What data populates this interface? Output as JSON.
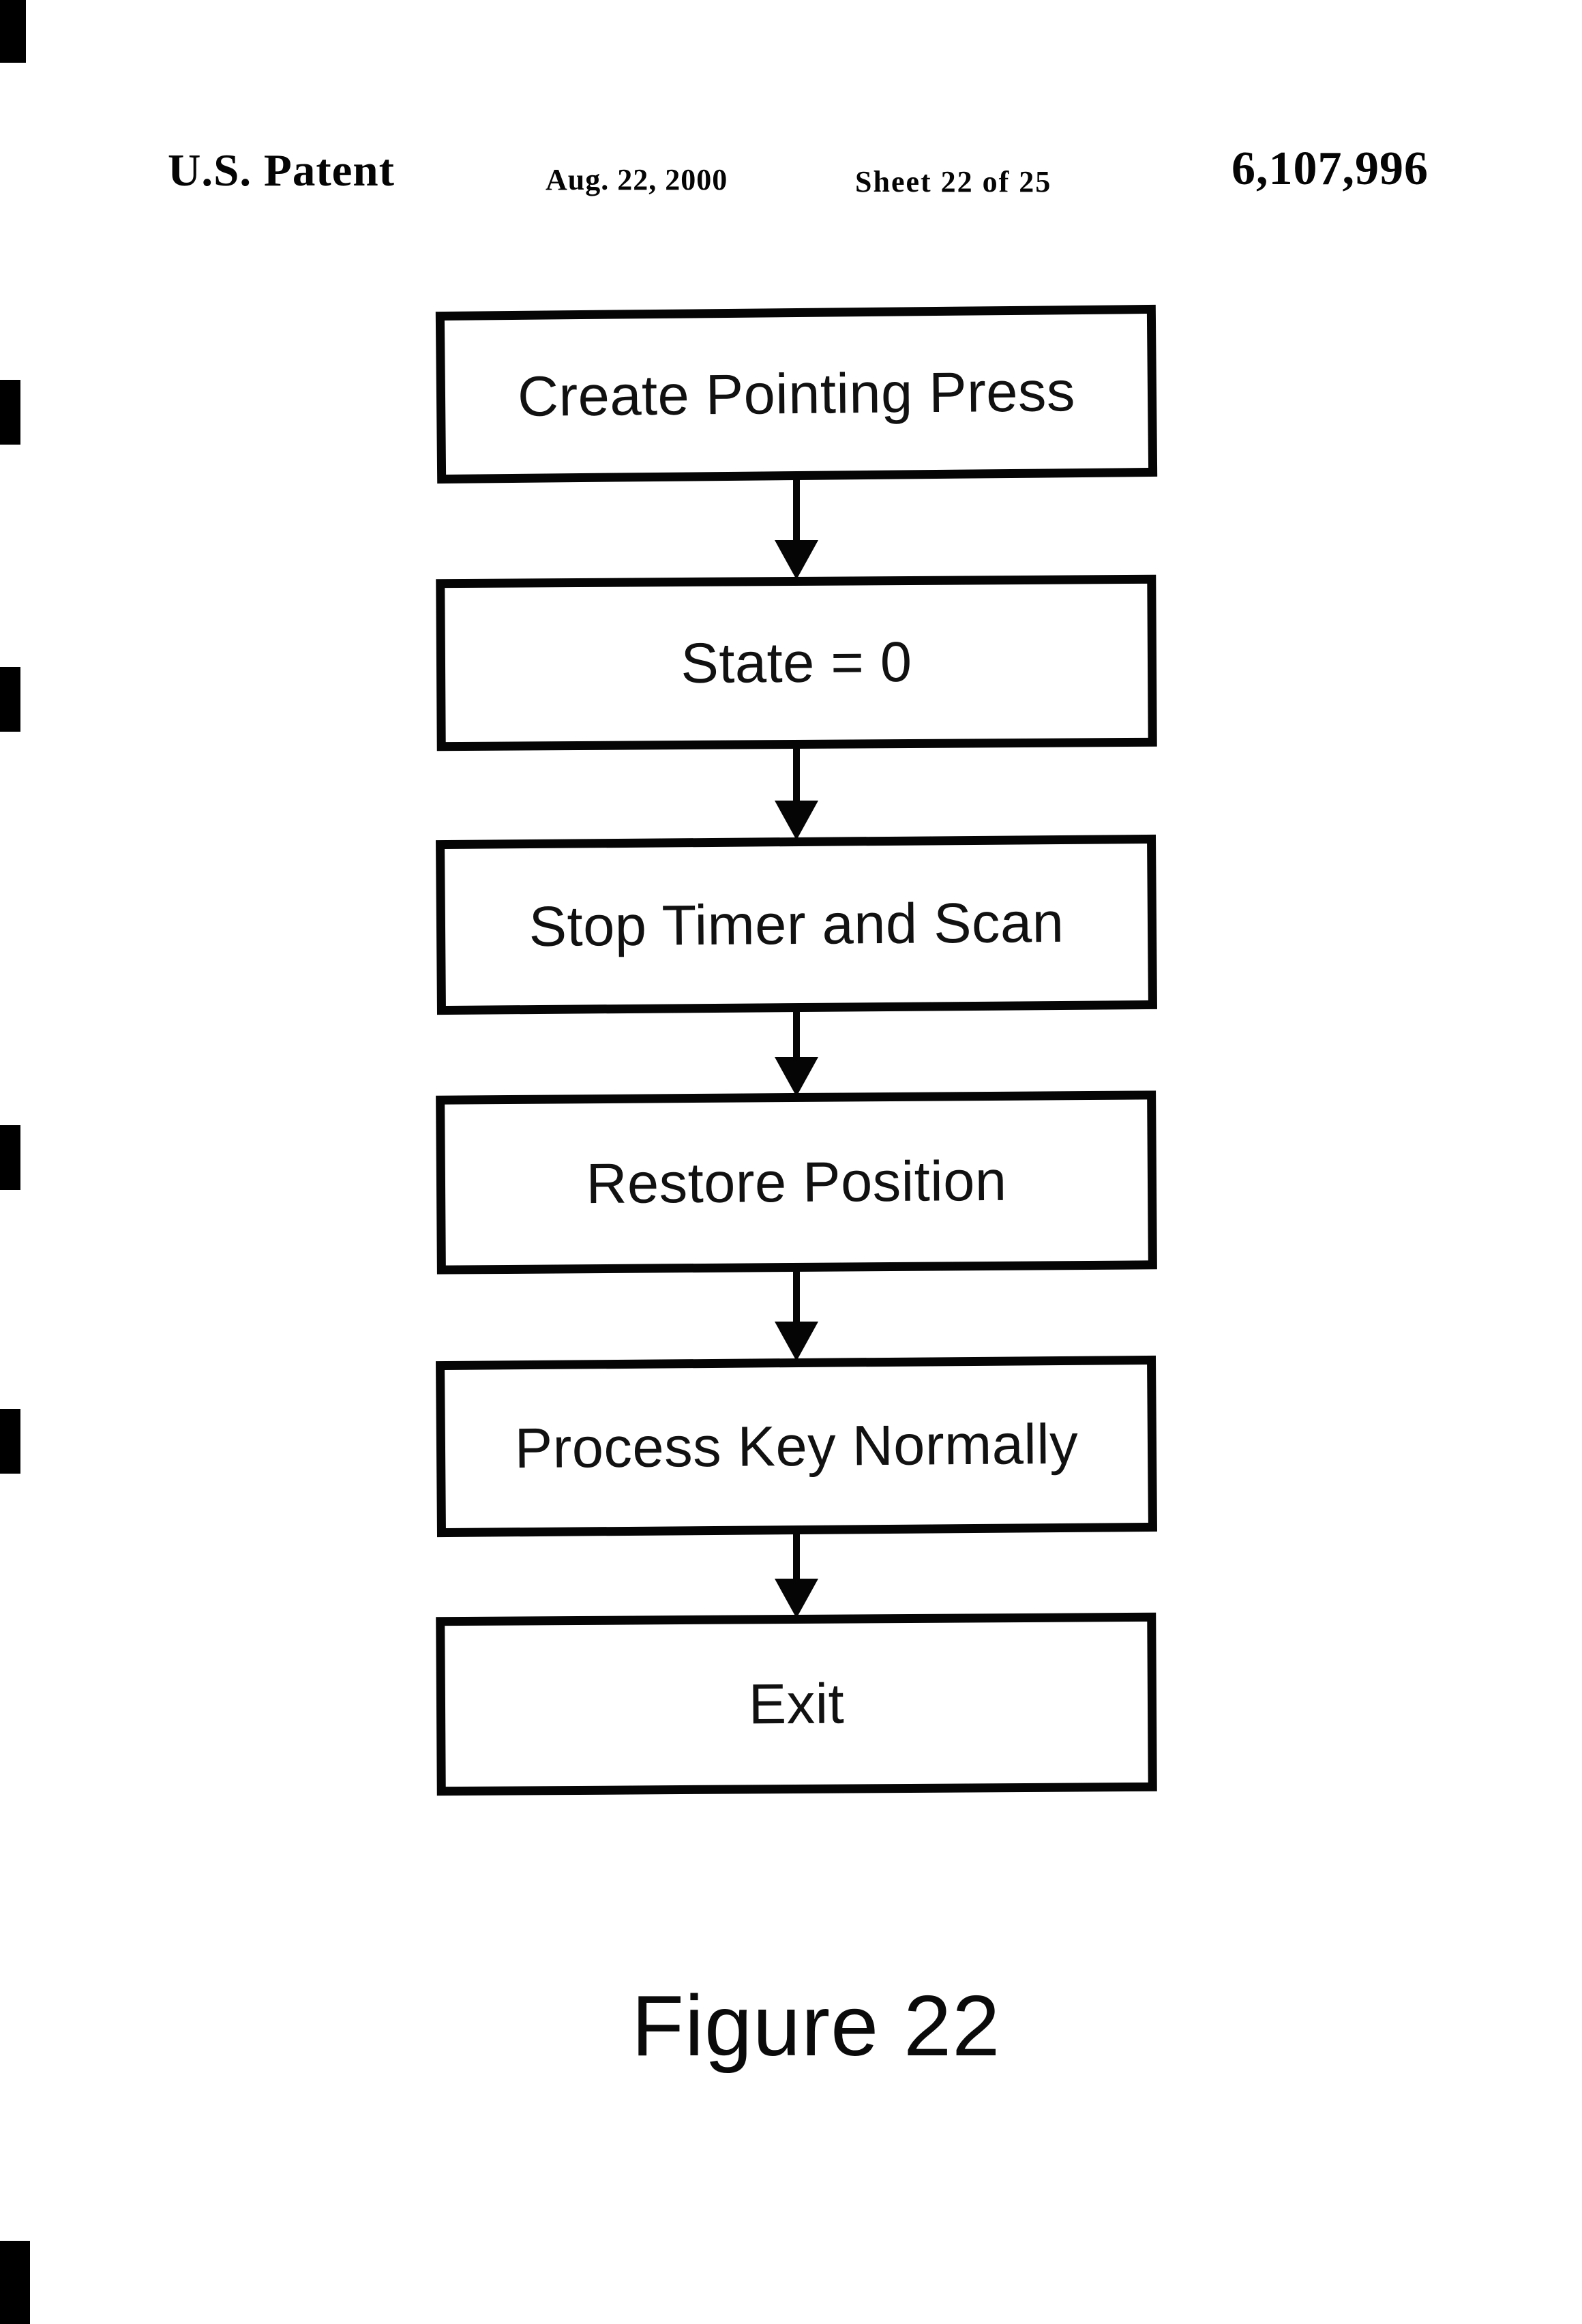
{
  "header": {
    "title": "U.S. Patent",
    "date": "Aug. 22, 2000",
    "sheet": "Sheet 22 of 25",
    "patent_number": "6,107,996"
  },
  "flowchart": {
    "steps": [
      {
        "label": "Create Pointing Press"
      },
      {
        "label": "State = 0"
      },
      {
        "label": "Stop Timer and Scan"
      },
      {
        "label": "Restore Position"
      },
      {
        "label": "Process Key Normally"
      },
      {
        "label": "Exit"
      }
    ]
  },
  "caption": "Figure 22",
  "colors": {
    "ink": "#050505",
    "paper": "#ffffff"
  }
}
